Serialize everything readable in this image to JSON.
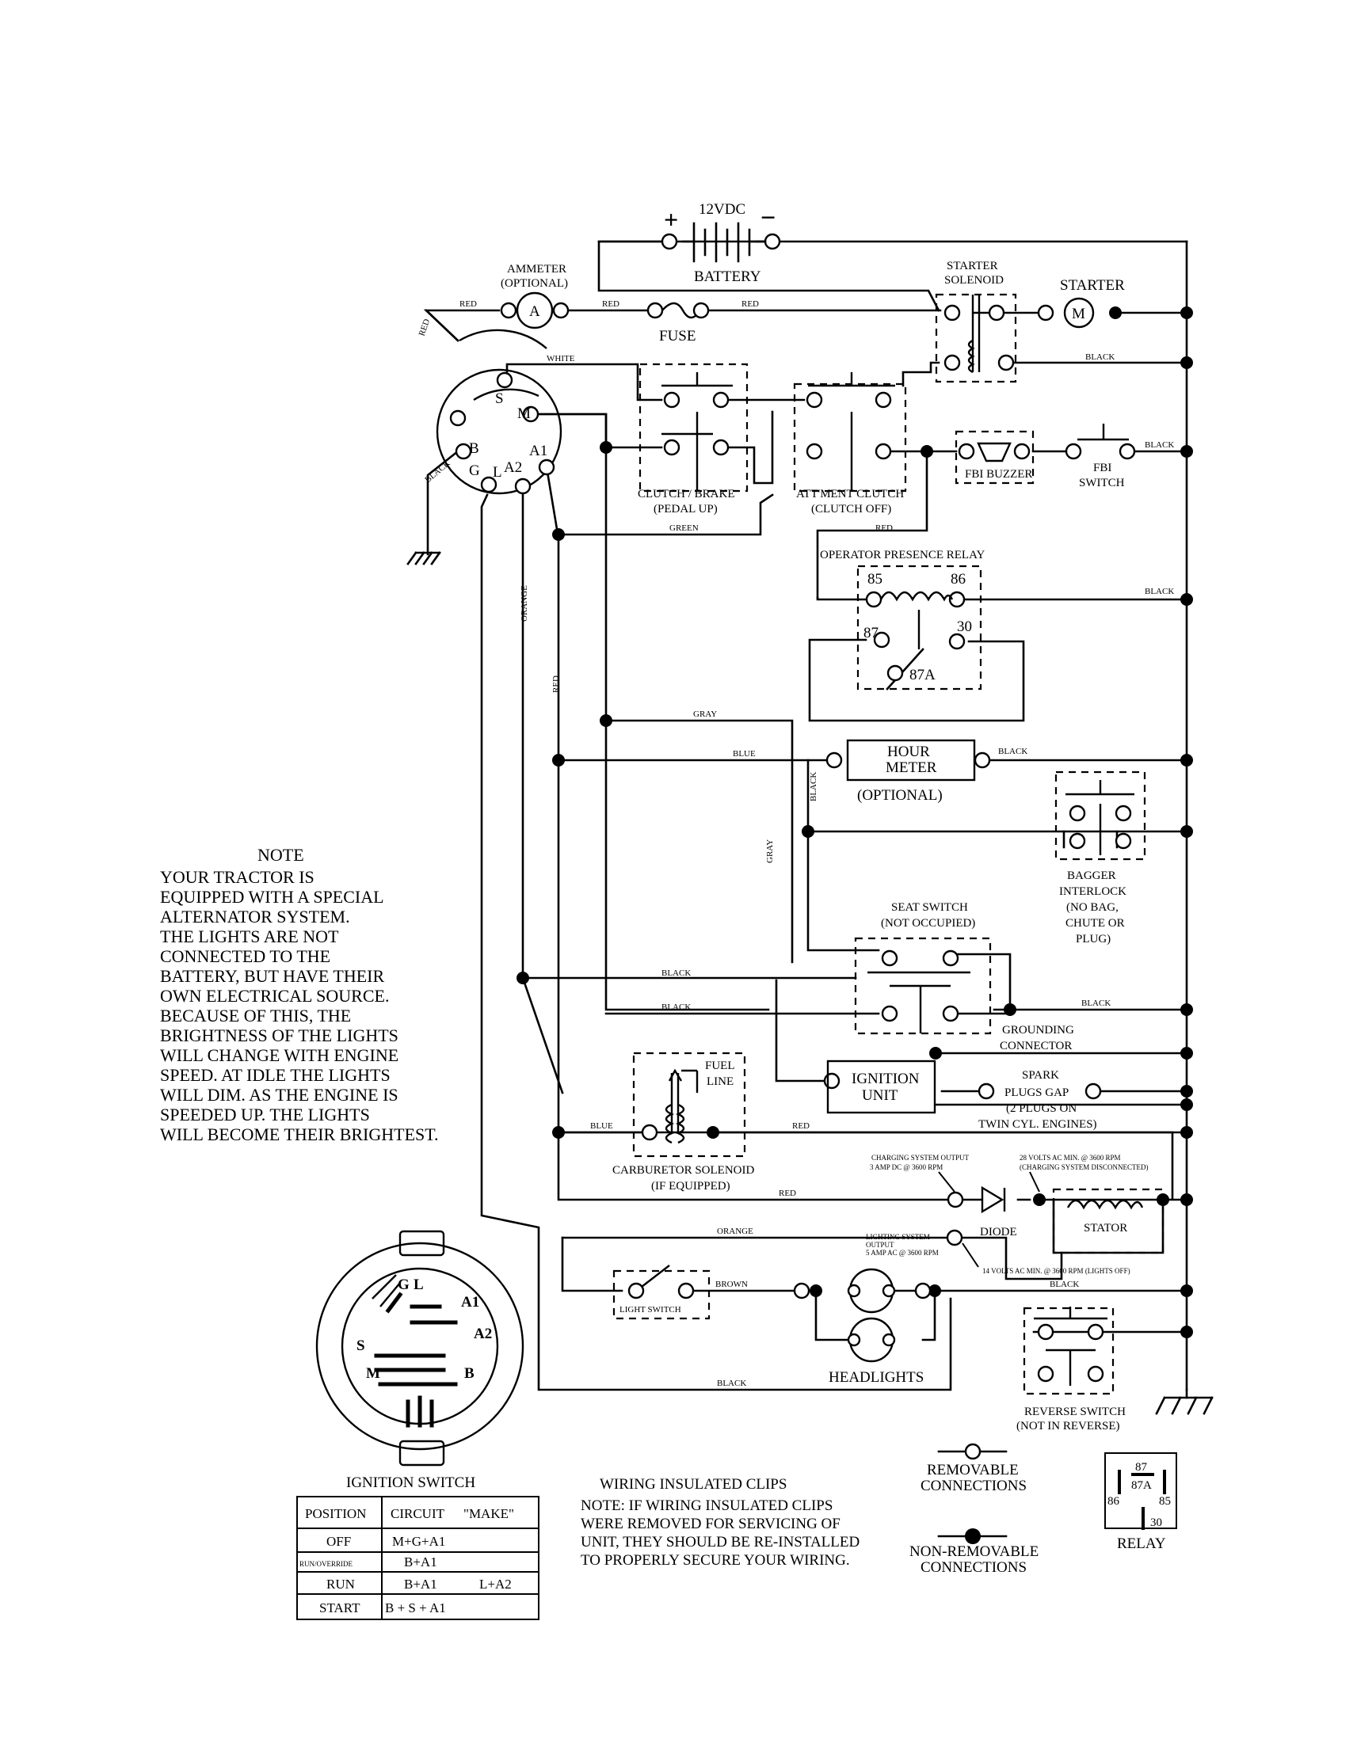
{
  "battery": {
    "voltage": "12VDC",
    "plus": "+",
    "minus": "−",
    "label": "BATTERY"
  },
  "ammeter": {
    "title": "AMMETER",
    "sub": "(OPTIONAL)",
    "symbol": "A"
  },
  "fuse": "FUSE",
  "starter_solenoid": [
    "STARTER",
    "SOLENOID"
  ],
  "starter": {
    "label": "STARTER",
    "symbol": "M"
  },
  "ignition_terminals": [
    "S",
    "B",
    "M",
    "G",
    "L",
    "A2",
    "A1"
  ],
  "clutch_brake": [
    "CLUTCH / BRAKE",
    "(PEDAL UP)"
  ],
  "attment_clutch": [
    "ATT'MENT CLUTCH",
    "(CLUTCH OFF)"
  ],
  "fbi_buzzer": "FBI BUZZER",
  "fbi_switch": [
    "FBI",
    "SWITCH"
  ],
  "opr": {
    "title": "OPERATOR PRESENCE RELAY",
    "t85": "85",
    "t86": "86",
    "t87": "87",
    "t30": "30",
    "t87a": "87A"
  },
  "hour_meter": [
    "HOUR",
    "METER",
    "(OPTIONAL)"
  ],
  "bagger": [
    "BAGGER",
    "INTERLOCK",
    "(NO BAG,",
    "CHUTE OR",
    "PLUG)"
  ],
  "seat_switch": [
    "SEAT SWITCH",
    "(NOT OCCUPIED)"
  ],
  "grounding": [
    "GROUNDING",
    "CONNECTOR"
  ],
  "fuel_line": [
    "FUEL",
    "LINE"
  ],
  "ignition_unit": [
    "IGNITION",
    "UNIT"
  ],
  "spark": [
    "SPARK",
    "PLUGS GAP",
    "(2 PLUGS ON",
    "TWIN CYL. ENGINES)"
  ],
  "carb": [
    "CARBURETOR SOLENOID",
    "(IF EQUIPPED)"
  ],
  "charging": {
    "out1": "CHARGING SYSTEM OUTPUT",
    "out2": "3 AMP DC @ 3600 RPM",
    "v28a": "28 VOLTS AC MIN. @ 3600 RPM",
    "v28b": "(CHARGING SYSTEM DISCONNECTED)",
    "light1": "LIGHTING SYSTEM",
    "light2": "OUTPUT",
    "light3": "5 AMP AC @ 3600 RPM",
    "v14": "14 VOLTS AC MIN. @ 3600 RPM (LIGHTS OFF)"
  },
  "diode": "DIODE",
  "stator": "STATOR",
  "light_switch": "LIGHT SWITCH",
  "headlights": "HEADLIGHTS",
  "reverse": [
    "REVERSE SWITCH",
    "(NOT IN REVERSE)"
  ],
  "wire_labels": {
    "red": "RED",
    "white": "WHITE",
    "black": "BLACK",
    "green": "GREEN",
    "gray": "GRAY",
    "blue": "BLUE",
    "orange": "ORANGE",
    "brown": "BROWN"
  },
  "note": {
    "title": "NOTE",
    "lines": [
      "YOUR TRACTOR IS",
      "EQUIPPED WITH A SPECIAL",
      "ALTERNATOR SYSTEM.",
      "THE LIGHTS ARE NOT",
      "CONNECTED TO THE",
      "BATTERY, BUT HAVE THEIR",
      "OWN ELECTRICAL SOURCE.",
      "BECAUSE OF THIS, THE",
      "BRIGHTNESS OF THE LIGHTS",
      "WILL CHANGE WITH ENGINE",
      "SPEED.  AT IDLE THE LIGHTS",
      "WILL DIM.  AS THE ENGINE IS",
      "SPEEDED UP. THE LIGHTS",
      "WILL BECOME THEIR BRIGHTEST."
    ]
  },
  "ignition_switch": {
    "title": "IGNITION SWITCH",
    "face_labels": [
      "G",
      "L",
      "A1",
      "A2",
      "S",
      "M",
      "B"
    ],
    "headers": [
      "POSITION",
      "CIRCUIT",
      "\"MAKE\""
    ],
    "rows": [
      {
        "pos": "OFF",
        "circuit": "M+G+A1",
        "extra": ""
      },
      {
        "pos": "RUN/OVERRIDE",
        "circuit": "B+A1",
        "extra": ""
      },
      {
        "pos": "RUN",
        "circuit": "B+A1",
        "extra": "L+A2"
      },
      {
        "pos": "START",
        "circuit": "B + S + A1",
        "extra": ""
      }
    ]
  },
  "clips": {
    "title": "WIRING INSULATED CLIPS",
    "lines": [
      "NOTE:  IF WIRING INSULATED CLIPS",
      "WERE REMOVED FOR SERVICING OF",
      " UNIT, THEY SHOULD BE RE-INSTALLED",
      "TO PROPERLY SECURE YOUR WIRING."
    ]
  },
  "legend": {
    "removable": [
      "REMOVABLE",
      "CONNECTIONS"
    ],
    "nonremovable": [
      "NON-REMOVABLE",
      "CONNECTIONS"
    ]
  },
  "relay_ref": {
    "label": "RELAY",
    "t87": "87",
    "t87a": "87A",
    "t86": "86",
    "t85": "85",
    "t30": "30"
  }
}
